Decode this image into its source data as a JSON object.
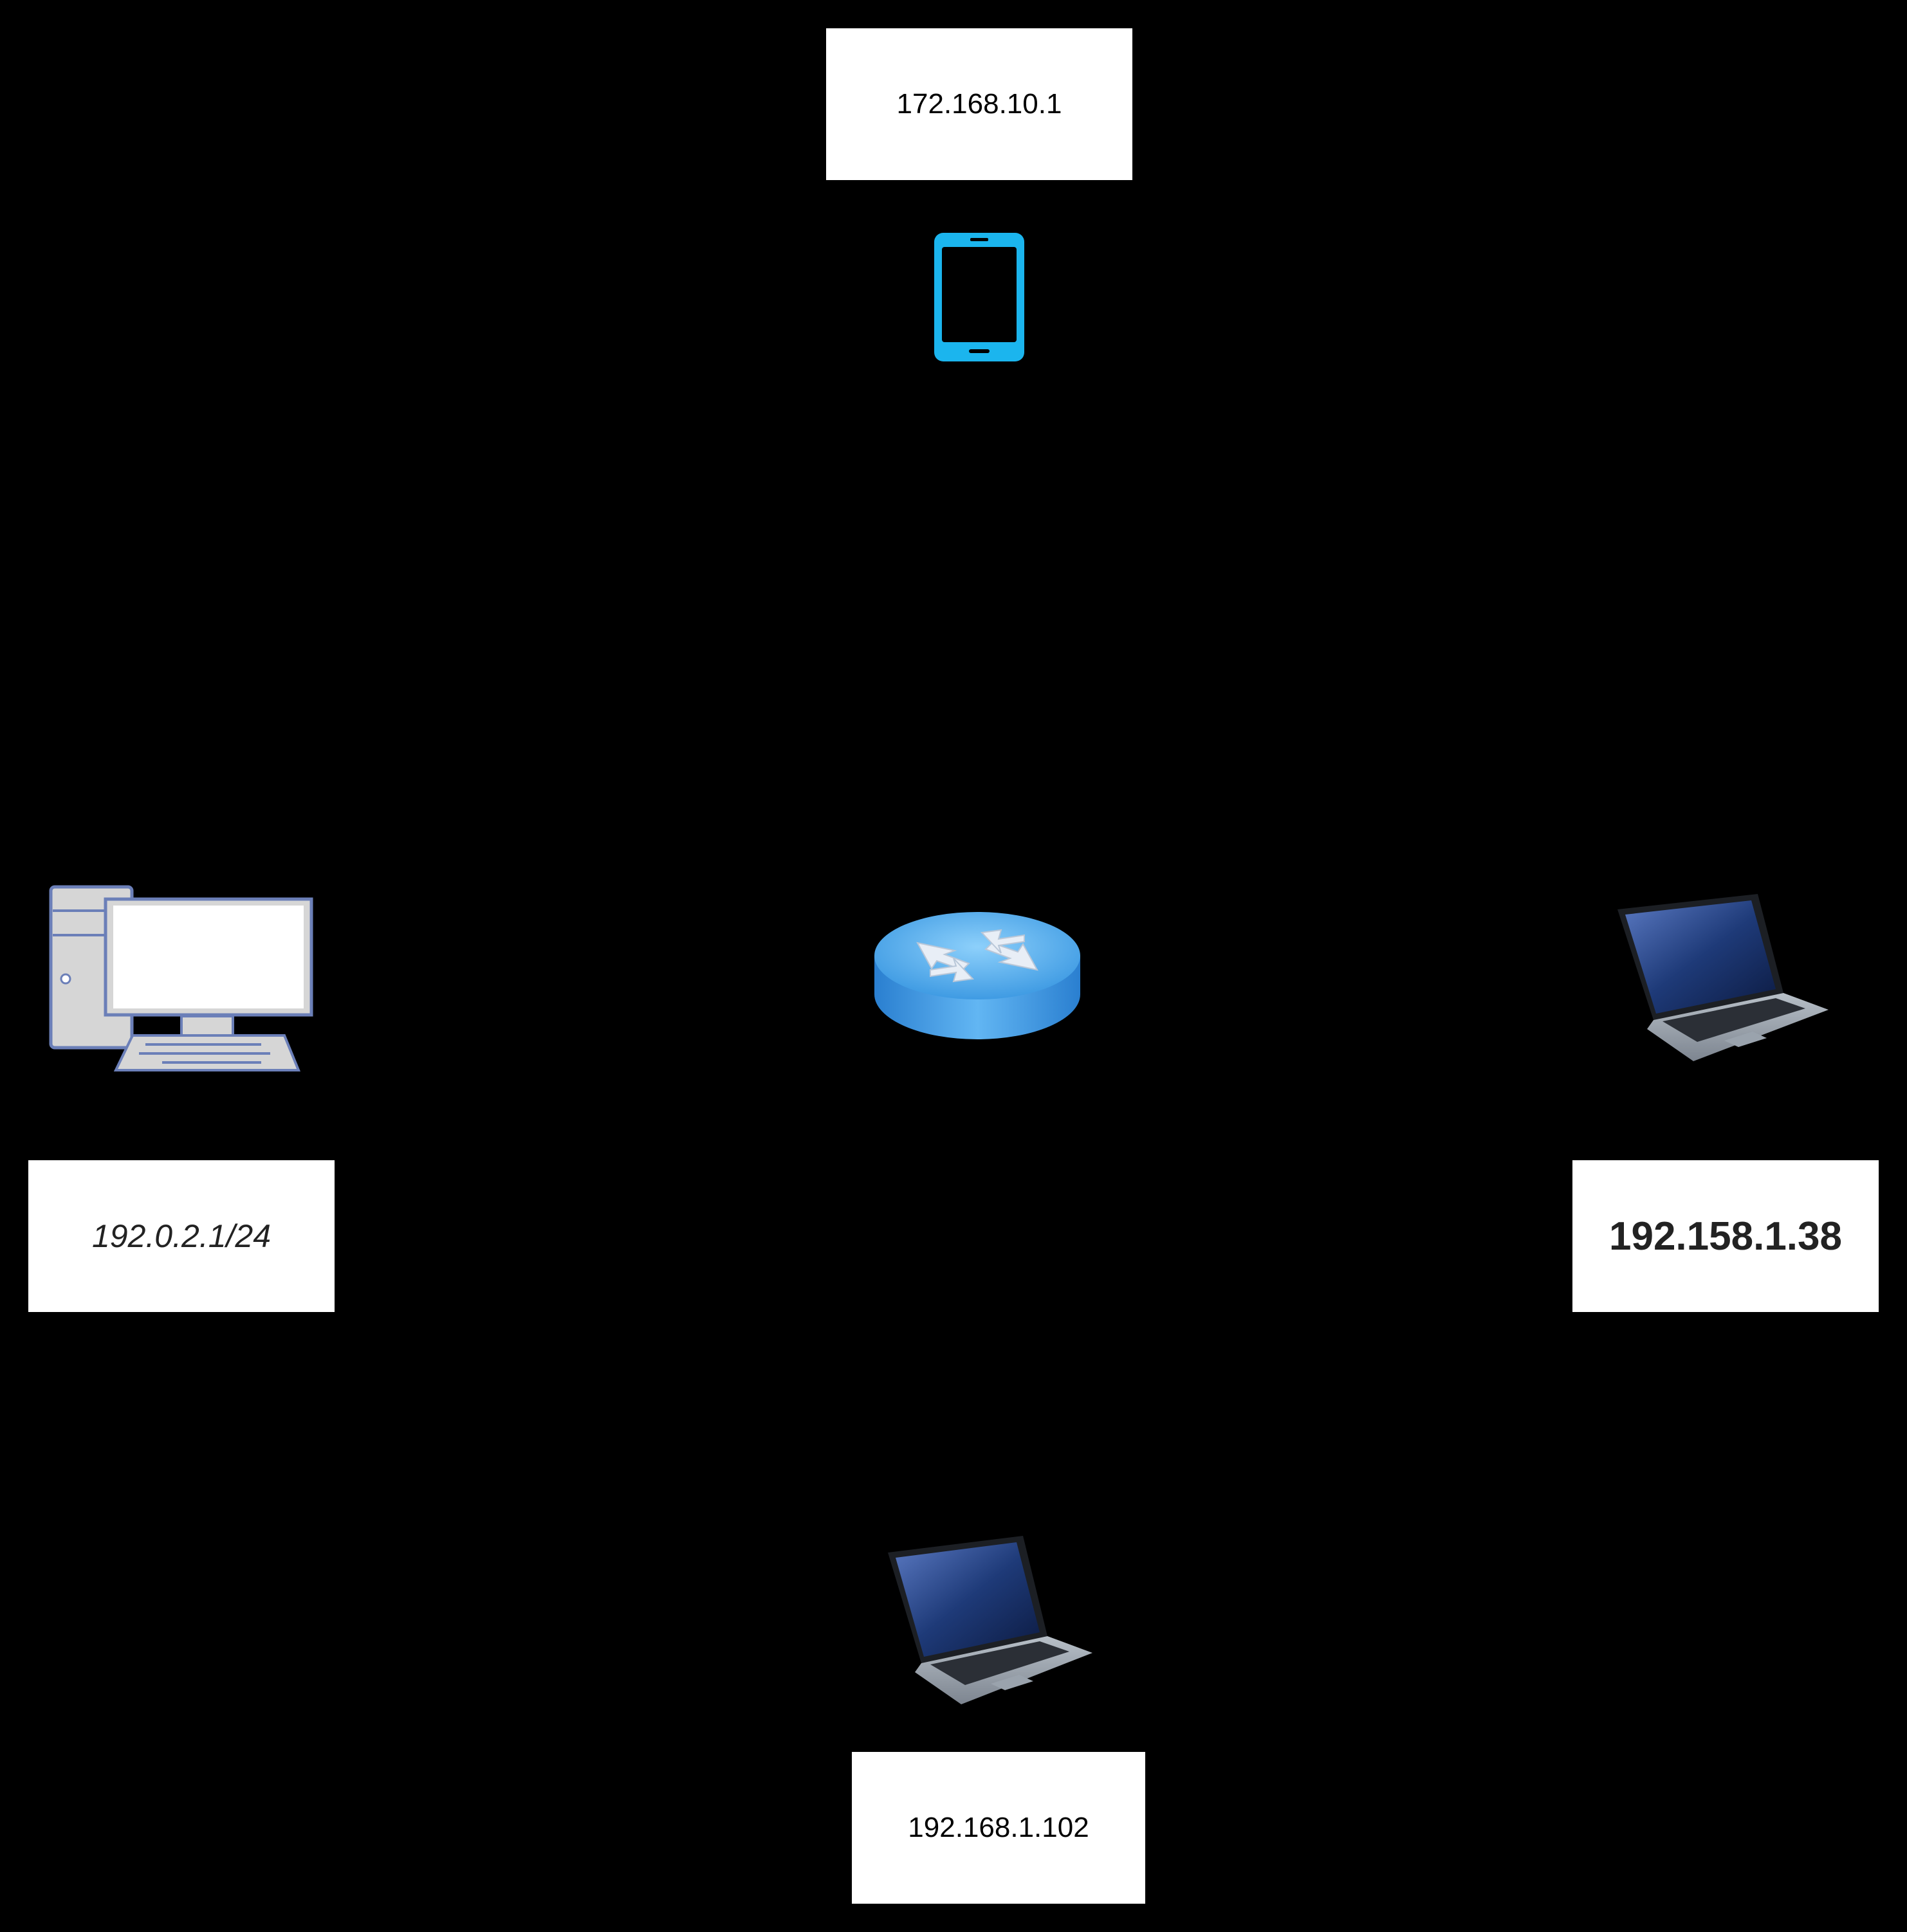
{
  "diagram": {
    "background_color": "#000000",
    "nodes": {
      "top": {
        "device": "smartphone-icon",
        "label": "172.168.10.1"
      },
      "left": {
        "device": "desktop-computer-icon",
        "label": "192.0.2.1/24"
      },
      "center": {
        "device": "router-icon"
      },
      "right": {
        "device": "laptop-icon",
        "label": "192.158.1.38"
      },
      "bottom": {
        "device": "laptop-icon",
        "label": "192.168.1.102"
      }
    },
    "colors": {
      "phone": "#1bb5ee",
      "router": "#3f9be3",
      "desktop_outline": "#6b7fb8",
      "desktop_body": "#d6d6d6",
      "laptop_screen": "#1e3a78",
      "label_background": "#ffffff"
    }
  }
}
